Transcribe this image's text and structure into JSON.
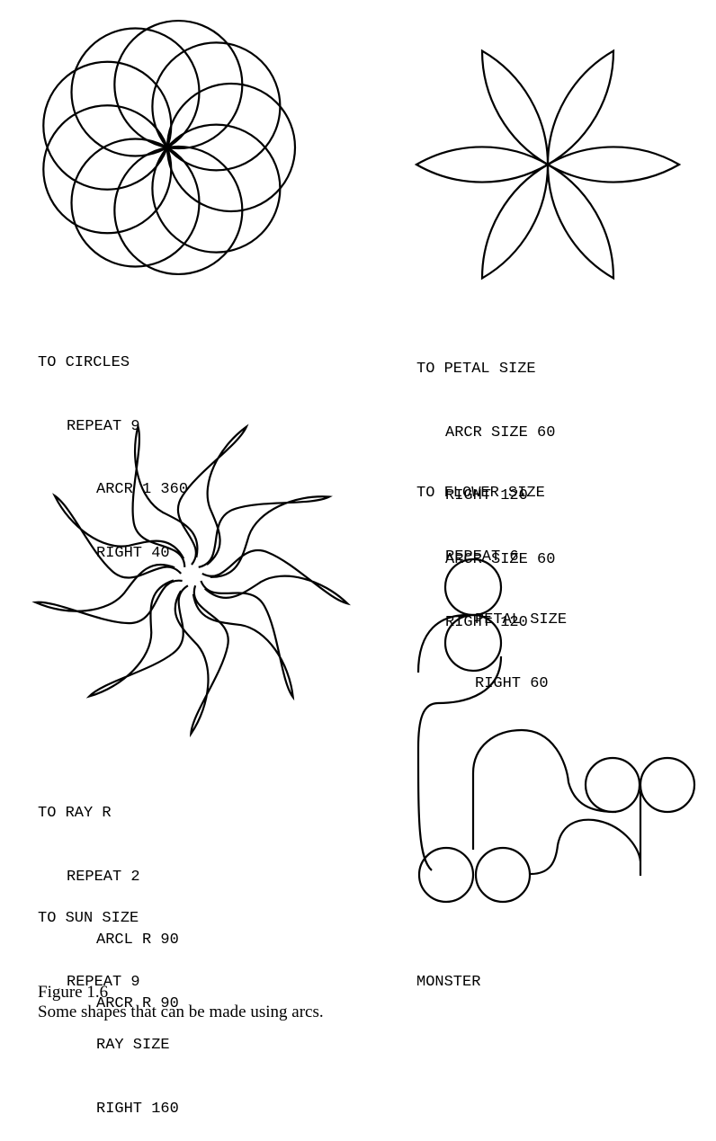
{
  "programs": {
    "circles": [
      "TO CIRCLES",
      "REPEAT 9",
      "ARCR 1 360",
      "RIGHT 40"
    ],
    "petal": [
      "TO PETAL SIZE",
      "ARCR SIZE 60",
      "RIGHT 120",
      "ARCR SIZE 60",
      "RIGHT 120"
    ],
    "flower": [
      "TO FLOWER SIZE",
      "REPEAT 6",
      "PETAL SIZE",
      "RIGHT 60"
    ],
    "ray": [
      "TO RAY R",
      "REPEAT 2",
      "ARCL R 90",
      "ARCR R 90"
    ],
    "sun": [
      "TO SUN SIZE",
      "REPEAT 9",
      "RAY SIZE",
      "RIGHT 160"
    ]
  },
  "monster_label": "MONSTER",
  "figure": {
    "number": "Figure 1.6",
    "caption": "Some shapes that can be made using arcs."
  },
  "colors": {
    "ink": "#000000",
    "paper": "#ffffff"
  }
}
